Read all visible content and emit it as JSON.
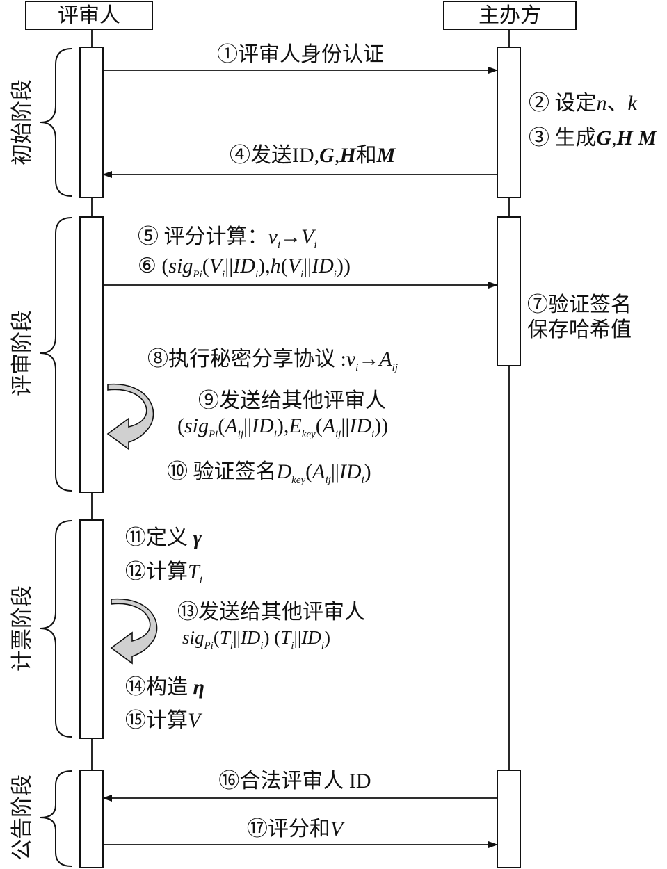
{
  "participants": {
    "reviewer": "评审人",
    "organizer": "主办方"
  },
  "phases": {
    "init": "初始阶段",
    "review": "评审阶段",
    "tally": "计票阶段",
    "announce": "公告阶段"
  },
  "steps": {
    "s1": "①评审人身份认证",
    "s2_prefix": "② 设定",
    "s2_n": "n",
    "s2_sep": "、",
    "s2_k": "k",
    "s3_prefix": "③ 生成",
    "s3_G": "G",
    "s3_comma": ",",
    "s3_H": "H",
    "s3_M": "M",
    "s4_prefix": "④发送ID,",
    "s4_G": "G",
    "s4_comma": ",",
    "s4_H": "H",
    "s4_and": "和",
    "s4_M": "M",
    "s5_prefix": "⑤ 评分计算：",
    "s5_v": "v",
    "s5_sub_i": "i",
    "s5_arrow": "→",
    "s5_V": "V",
    "s6_num": "⑥",
    "s7_line1": "⑦验证签名",
    "s7_line2": "保存哈希值",
    "s8_prefix": "⑧执行秘密分享协议 :",
    "s8_v": "v",
    "s8_sub_i": "i",
    "s8_arrow": "→",
    "s8_A": "A",
    "s8_sub_ij": "ij",
    "s9_line1": "⑨发送给其他评审人",
    "s10_prefix": "⑩ 验证签名",
    "s11_prefix": "⑪定义 ",
    "s11_gamma": "γ",
    "s12_prefix": "⑫计算",
    "s12_T": "T",
    "s12_sub_i": "i",
    "s13_line1": "⑬发送给其他评审人",
    "s14_prefix": "⑭构造 ",
    "s14_eta": "η",
    "s15_prefix": "⑮计算",
    "s15_V": "V",
    "s16": "⑯合法评审人 ID",
    "s17_prefix": "⑰评分和",
    "s17_V": "V"
  },
  "formula": {
    "open": "(",
    "close": ")",
    "comma": ",",
    "sig": "sig",
    "Pi": "Pi",
    "V": "V",
    "sub_i": "i",
    "bars": "||",
    "ID": "ID",
    "h": "h",
    "A": "A",
    "sub_ij": "ij",
    "E": "E",
    "D": "D",
    "key": "key",
    "T": "T"
  }
}
